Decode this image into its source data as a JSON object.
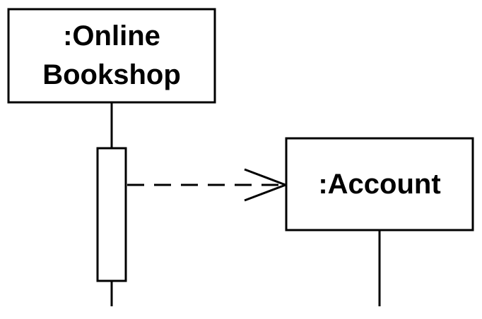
{
  "diagram": {
    "type": "sequence",
    "lifelines": [
      {
        "label_line1": ":Online",
        "label_line2": "Bookshop"
      },
      {
        "label": ":Account"
      }
    ],
    "message": {
      "style": "dashed",
      "arrow": "open",
      "from": ":Online Bookshop",
      "to": ":Account"
    }
  },
  "colors": {
    "stroke": "#000000",
    "fill": "#ffffff"
  }
}
